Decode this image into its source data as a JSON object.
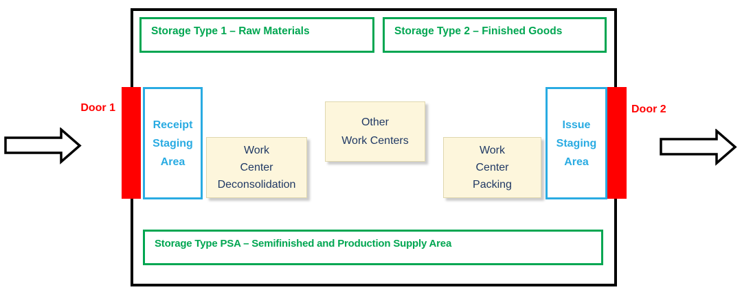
{
  "warehouse": {
    "storage_type_1_label": "Storage Type 1 – Raw Materials",
    "storage_type_2_label": "Storage Type 2 – Finished Goods",
    "storage_psa_label": "Storage Type PSA – Semifinished and Production Supply Area",
    "receipt_staging_area": {
      "lines": [
        "Receipt",
        "Staging",
        "Area"
      ]
    },
    "issue_staging_area": {
      "lines": [
        "Issue",
        "Staging",
        "Area"
      ]
    },
    "work_center_deconsolidation": {
      "lines": [
        "Work",
        "Center",
        "Deconsolidation"
      ]
    },
    "other_work_centers": {
      "lines": [
        "Other",
        "Work Centers"
      ]
    },
    "work_center_packing": {
      "lines": [
        "Work",
        "Center",
        "Packing"
      ]
    }
  },
  "doors": {
    "door_1_label": "Door 1",
    "door_2_label": "Door 2"
  },
  "icons": {
    "inbound_arrow": "right-arrow-into-warehouse",
    "outbound_arrow": "right-arrow-out-of-warehouse"
  },
  "colors": {
    "outline_black": "#000000",
    "storage_green": "#00A651",
    "door_red": "#FF0000",
    "staging_blue": "#29ABE2",
    "work_center_navy": "#1F3864",
    "work_center_cream": "#FDF6DC",
    "background": "#FFFFFF"
  }
}
